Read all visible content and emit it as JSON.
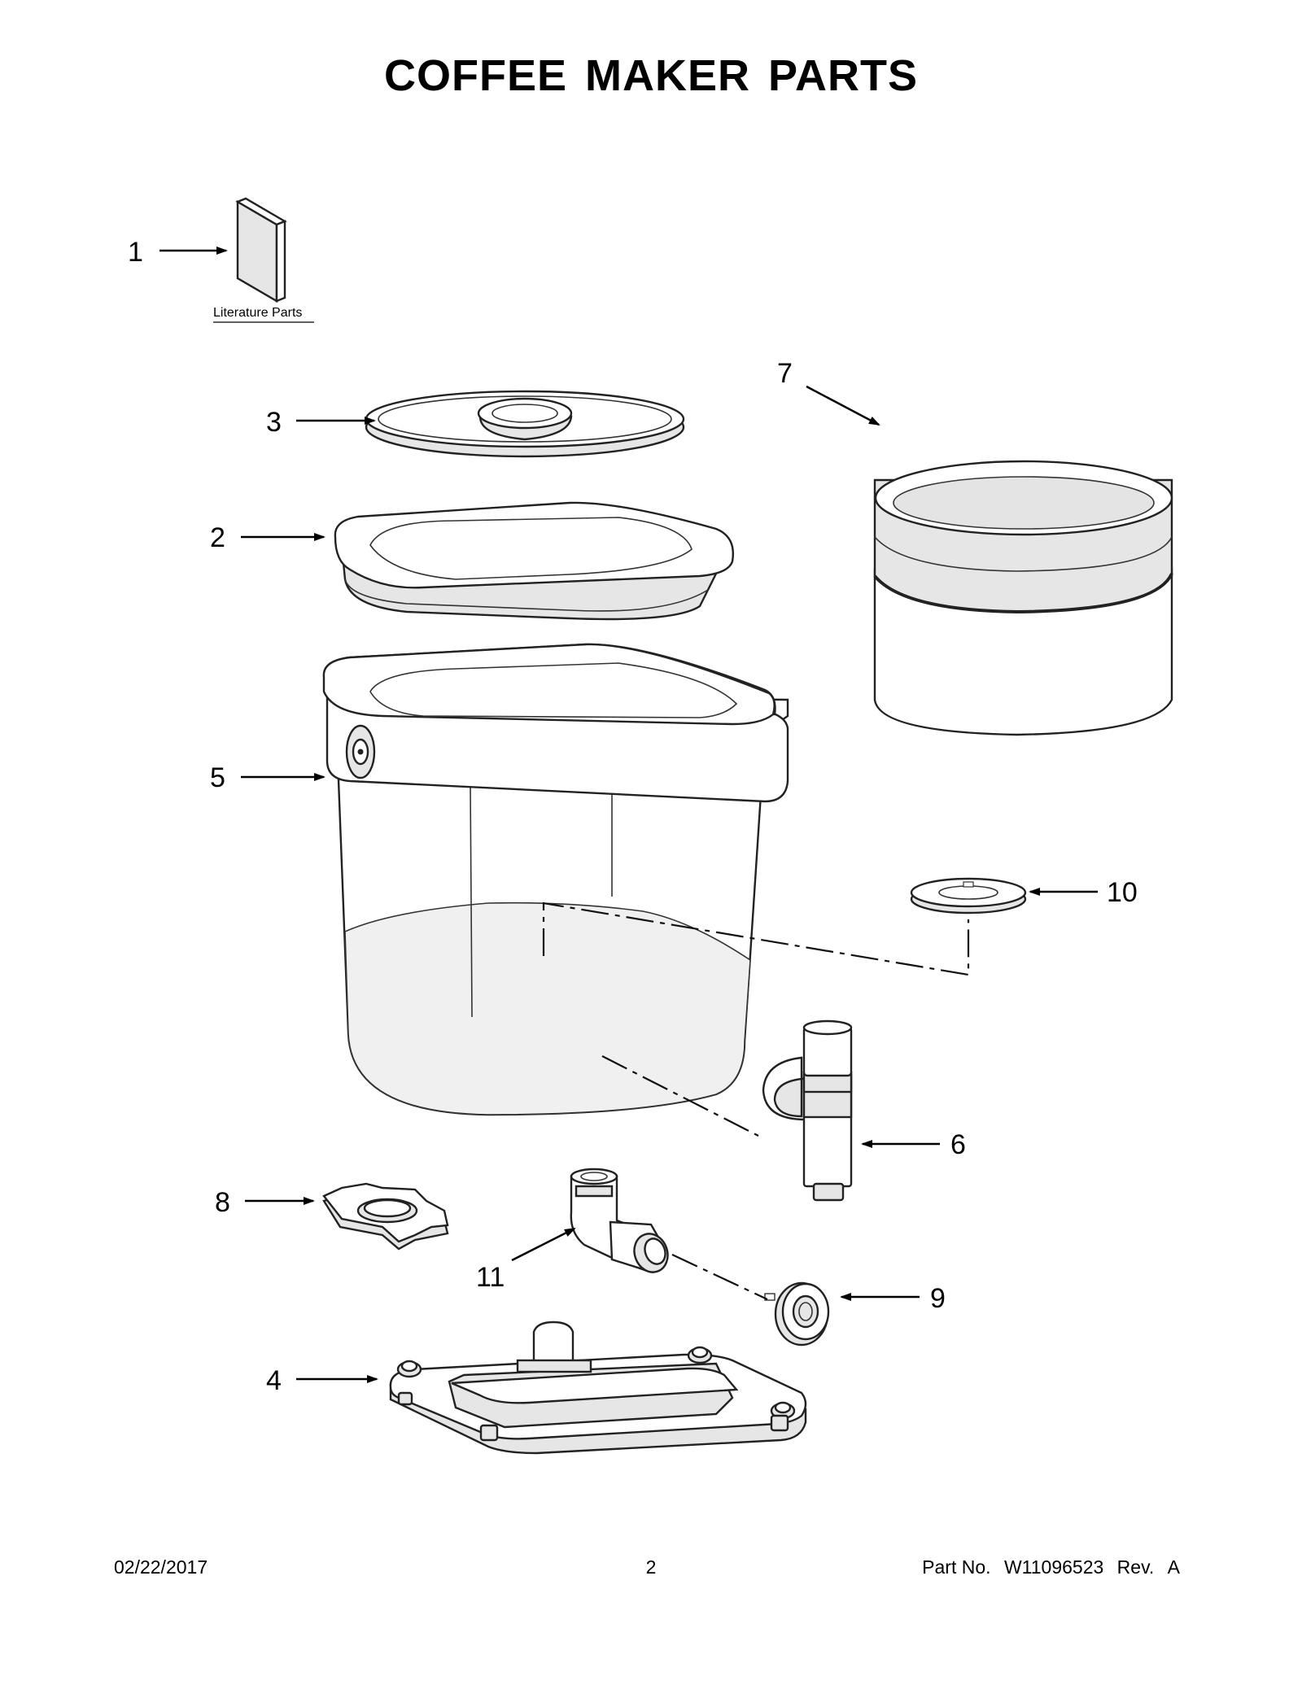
{
  "title": "COFFEE MAKER PARTS",
  "literature_label": "Literature Parts",
  "callouts": [
    "1",
    "2",
    "3",
    "4",
    "5",
    "6",
    "7",
    "8",
    "9",
    "10",
    "11"
  ],
  "footer": {
    "date": "02/22/2017",
    "page": "2",
    "part_label": "Part No.",
    "part_number": "W11096523",
    "rev_label": "Rev.",
    "rev": "A"
  }
}
